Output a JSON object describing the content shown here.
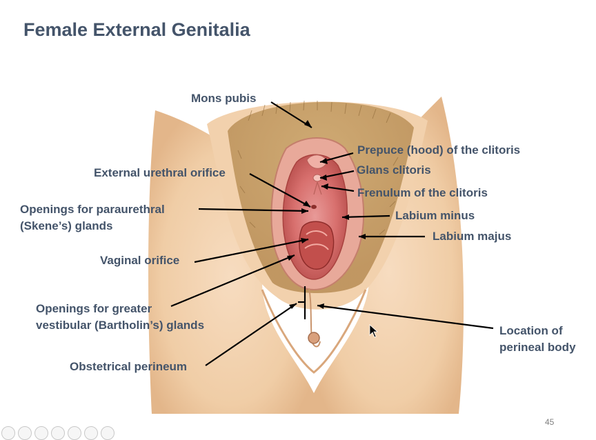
{
  "slide": {
    "title": "Female External Genitalia",
    "page_number": "45"
  },
  "labels": {
    "mons_pubis": "Mons pubis",
    "prepuce_line": "Prepuce (hood) of the clitoris",
    "glans": "Glans clitoris",
    "frenulum": "Frenulum of the clitoris",
    "external_urethral": "External urethral orifice",
    "paraurethral_l1": "Openings for paraurethral",
    "paraurethral_l2": "(Skene’s) glands",
    "labium_minus": "Labium minus",
    "labium_majus": "Labium majus",
    "vaginal_orifice": "Vaginal orifice",
    "bartholin_l1": "Openings for greater",
    "bartholin_l2": "vestibular (Bartholin’s) glands",
    "obstetrical_perineum": "Obstetrical perineum",
    "perineal_body_l1": "Location of",
    "perineal_body_l2": "perineal body"
  },
  "icons": {
    "cursor": "mouse-pointer-icon",
    "controls": [
      "previous-slide-icon",
      "next-slide-icon",
      "pen-icon",
      "slides-grid-icon",
      "zoom-icon",
      "subtitles-icon",
      "more-options-icon"
    ]
  },
  "colors": {
    "title": "#44546a",
    "labels": "#44546a",
    "skin": "#f3d3ad",
    "hair": "#c49a5e",
    "tissue": "#d96a6a"
  }
}
